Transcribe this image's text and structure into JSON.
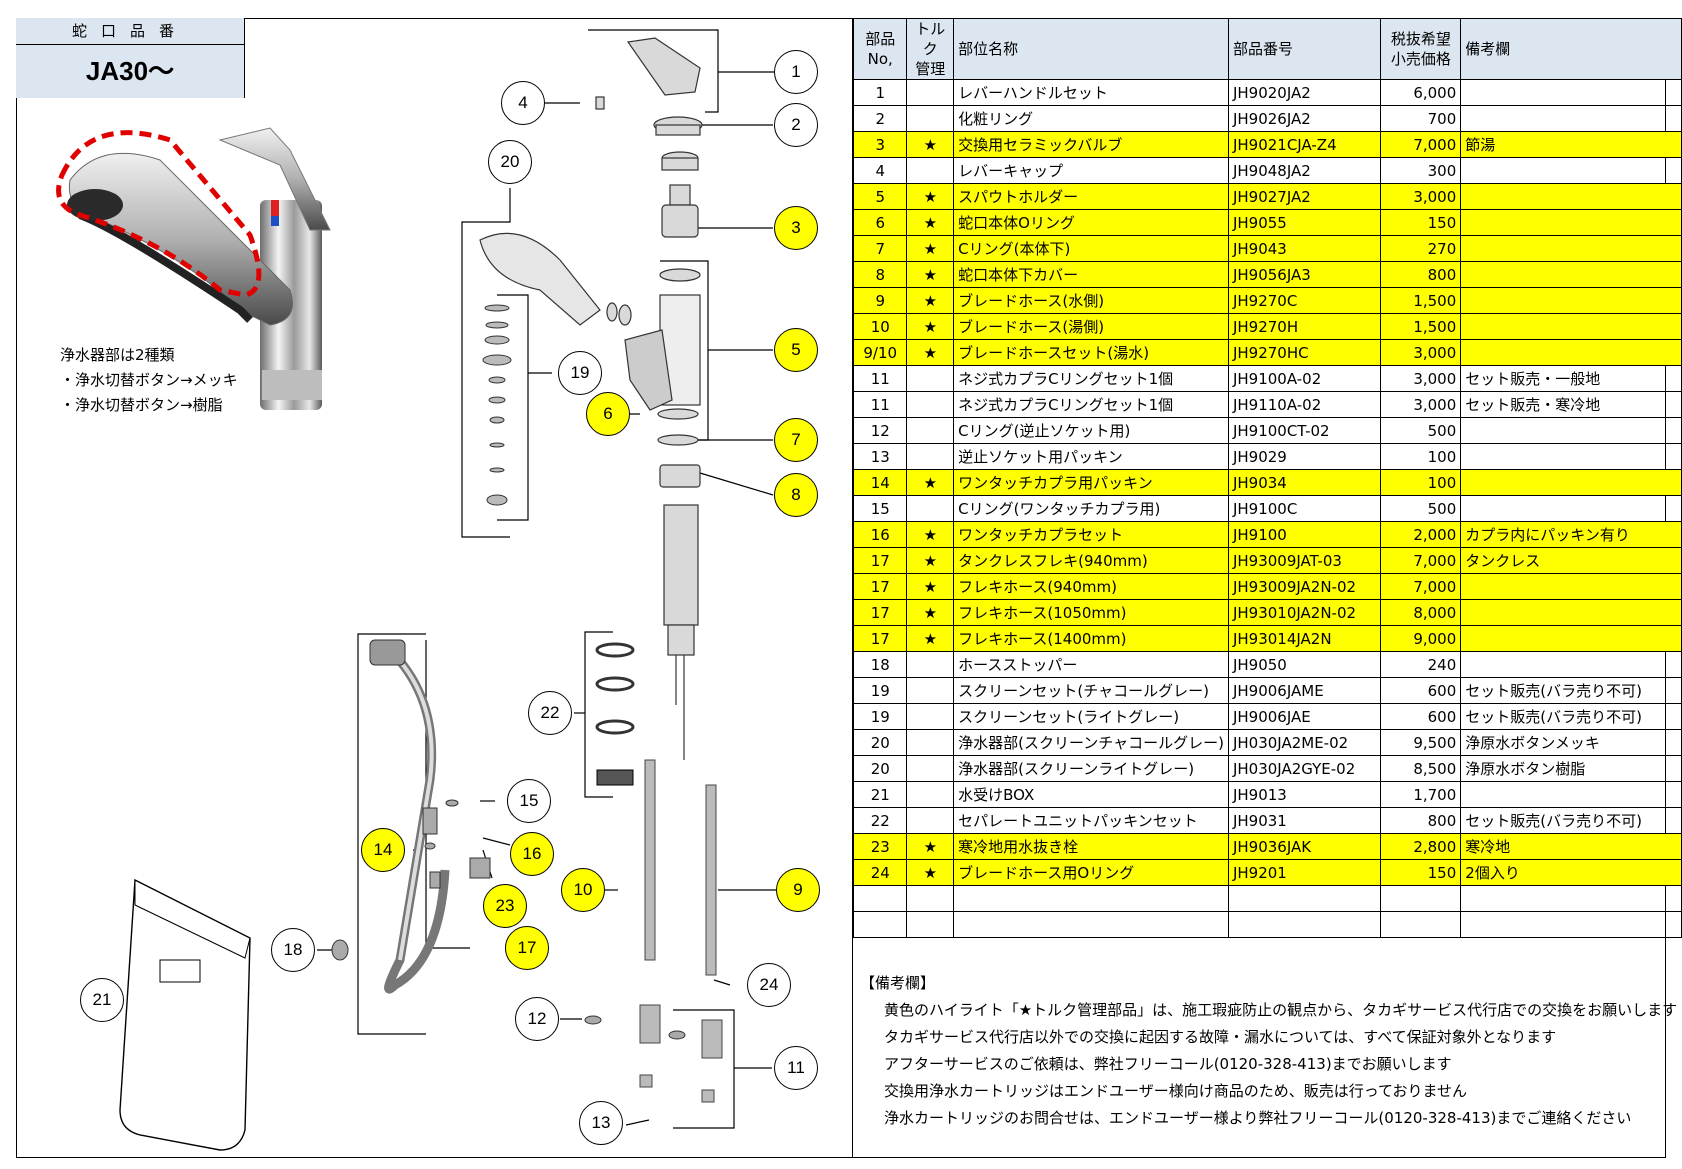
{
  "model": {
    "label": "蛇口品番",
    "number": "JA30～"
  },
  "left_note": [
    "浄水器部は2種類",
    "・浄水切替ボタン→メッキ",
    "・浄水切替ボタン→樹脂"
  ],
  "callouts": [
    "1",
    "2",
    "3",
    "4",
    "5",
    "6",
    "7",
    "8",
    "9",
    "10",
    "11",
    "12",
    "13",
    "14",
    "15",
    "16",
    "17",
    "18",
    "19",
    "20",
    "21",
    "22",
    "23",
    "24"
  ],
  "table": {
    "headers": [
      "部品\nNo,",
      "トルク\n管理",
      "部位名称",
      "部品番号",
      "税抜希望\n小売価格",
      "備考欄"
    ],
    "rows": [
      {
        "no": "1",
        "star": "",
        "name": "レバーハンドルセット",
        "code": "JH9020JA2",
        "price": "6,000",
        "note": "",
        "hl": false
      },
      {
        "no": "2",
        "star": "",
        "name": "化粧リング",
        "code": "JH9026JA2",
        "price": "700",
        "note": "",
        "hl": false
      },
      {
        "no": "3",
        "star": "★",
        "name": "交換用セラミックバルブ",
        "code": "JH9021CJA-Z4",
        "price": "7,000",
        "note": "節湯",
        "hl": true
      },
      {
        "no": "4",
        "star": "",
        "name": "レバーキャップ",
        "code": "JH9048JA2",
        "price": "300",
        "note": "",
        "hl": false
      },
      {
        "no": "5",
        "star": "★",
        "name": "スパウトホルダー",
        "code": "JH9027JA2",
        "price": "3,000",
        "note": "",
        "hl": true
      },
      {
        "no": "6",
        "star": "★",
        "name": "蛇口本体Oリング",
        "code": "JH9055",
        "price": "150",
        "note": "",
        "hl": true
      },
      {
        "no": "7",
        "star": "★",
        "name": "Cリング(本体下)",
        "code": "JH9043",
        "price": "270",
        "note": "",
        "hl": true
      },
      {
        "no": "8",
        "star": "★",
        "name": "蛇口本体下カバー",
        "code": "JH9056JA3",
        "price": "800",
        "note": "",
        "hl": true
      },
      {
        "no": "9",
        "star": "★",
        "name": "ブレードホース(水側)",
        "code": "JH9270C",
        "price": "1,500",
        "note": "",
        "hl": true
      },
      {
        "no": "10",
        "star": "★",
        "name": "ブレードホース(湯側)",
        "code": "JH9270H",
        "price": "1,500",
        "note": "",
        "hl": true
      },
      {
        "no": "9/10",
        "star": "★",
        "name": "ブレードホースセット(湯水)",
        "code": "JH9270HC",
        "price": "3,000",
        "note": "",
        "hl": true
      },
      {
        "no": "11",
        "star": "",
        "name": "ネジ式カプラCリングセット1個",
        "code": "JH9100A-02",
        "price": "3,000",
        "note": "セット販売・一般地",
        "hl": false
      },
      {
        "no": "11",
        "star": "",
        "name": "ネジ式カプラCリングセット1個",
        "code": "JH9110A-02",
        "price": "3,000",
        "note": "セット販売・寒冷地",
        "hl": false
      },
      {
        "no": "12",
        "star": "",
        "name": "Cリング(逆止ソケット用)",
        "code": "JH9100CT-02",
        "price": "500",
        "note": "",
        "hl": false
      },
      {
        "no": "13",
        "star": "",
        "name": "逆止ソケット用パッキン",
        "code": "JH9029",
        "price": "100",
        "note": "",
        "hl": false
      },
      {
        "no": "14",
        "star": "★",
        "name": "ワンタッチカプラ用パッキン",
        "code": "JH9034",
        "price": "100",
        "note": "",
        "hl": true
      },
      {
        "no": "15",
        "star": "",
        "name": "Cリング(ワンタッチカプラ用)",
        "code": "JH9100C",
        "price": "500",
        "note": "",
        "hl": false
      },
      {
        "no": "16",
        "star": "★",
        "name": "ワンタッチカプラセット",
        "code": "JH9100",
        "price": "2,000",
        "note": "カプラ内にパッキン有り",
        "hl": true
      },
      {
        "no": "17",
        "star": "★",
        "name": "タンクレスフレキ(940mm)",
        "code": "JH93009JAT-03",
        "price": "7,000",
        "note": "タンクレス",
        "hl": true
      },
      {
        "no": "17",
        "star": "★",
        "name": "フレキホース(940mm)",
        "code": "JH93009JA2N-02",
        "price": "7,000",
        "note": "",
        "hl": true
      },
      {
        "no": "17",
        "star": "★",
        "name": "フレキホース(1050mm)",
        "code": "JH93010JA2N-02",
        "price": "8,000",
        "note": "",
        "hl": true
      },
      {
        "no": "17",
        "star": "★",
        "name": "フレキホース(1400mm)",
        "code": "JH93014JA2N",
        "price": "9,000",
        "note": "",
        "hl": true
      },
      {
        "no": "18",
        "star": "",
        "name": "ホースストッパー",
        "code": "JH9050",
        "price": "240",
        "note": "",
        "hl": false
      },
      {
        "no": "19",
        "star": "",
        "name": "スクリーンセット(チャコールグレー)",
        "code": "JH9006JAME",
        "price": "600",
        "note": "セット販売(バラ売り不可)",
        "hl": false
      },
      {
        "no": "19",
        "star": "",
        "name": "スクリーンセット(ライトグレー)",
        "code": "JH9006JAE",
        "price": "600",
        "note": "セット販売(バラ売り不可)",
        "hl": false
      },
      {
        "no": "20",
        "star": "",
        "name": "浄水器部(スクリーンチャコールグレー)",
        "code": "JH030JA2ME-02",
        "price": "9,500",
        "note": "浄原水ボタンメッキ",
        "hl": false
      },
      {
        "no": "20",
        "star": "",
        "name": "浄水器部(スクリーンライトグレー)",
        "code": "JH030JA2GYE-02",
        "price": "8,500",
        "note": "浄原水ボタン樹脂",
        "hl": false
      },
      {
        "no": "21",
        "star": "",
        "name": "水受けBOX",
        "code": "JH9013",
        "price": "1,700",
        "note": "",
        "hl": false
      },
      {
        "no": "22",
        "star": "",
        "name": "セパレートユニットパッキンセット",
        "code": "JH9031",
        "price": "800",
        "note": "セット販売(バラ売り不可)",
        "hl": false
      },
      {
        "no": "23",
        "star": "★",
        "name": "寒冷地用水抜き栓",
        "code": "JH9036JAK",
        "price": "2,800",
        "note": "寒冷地",
        "hl": true
      },
      {
        "no": "24",
        "star": "★",
        "name": "ブレードホース用Oリング",
        "code": "JH9201",
        "price": "150",
        "note": "2個入り",
        "hl": true
      },
      {
        "no": "",
        "star": "",
        "name": "",
        "code": "",
        "price": "",
        "note": "",
        "hl": false
      },
      {
        "no": "",
        "star": "",
        "name": "",
        "code": "",
        "price": "",
        "note": "",
        "hl": false
      }
    ]
  },
  "remarks": {
    "title": "【備考欄】",
    "lines": [
      "黄色のハイライト「★トルク管理部品」は、施工瑕疵防止の観点から、タカギサービス代行店での交換をお願いします",
      "タカギサービス代行店以外での交換に起因する故障・漏水については、すべて保証対象外となります",
      "アフターサービスのご依頼は、弊社フリーコール(0120-328-413)までお願いします",
      "交換用浄水カートリッジはエンドユーザー様向け商品のため、販売は行っておりません",
      "浄水カートリッジのお問合せは、エンドユーザー様より弊社フリーコール(0120-328-413)までご連絡ください"
    ]
  },
  "colors": {
    "highlight": "#ffff00",
    "header_bg": "#dce6f1",
    "dash_red": "#e00000"
  }
}
